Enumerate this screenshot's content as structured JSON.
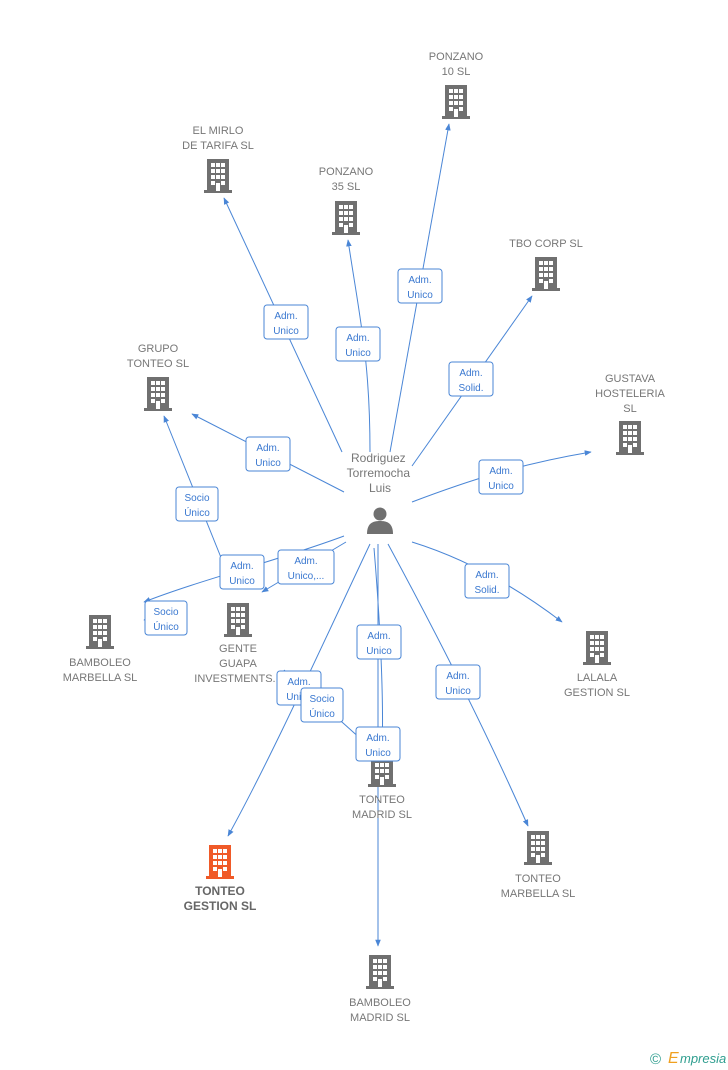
{
  "person": {
    "name_lines": [
      "Rodriguez",
      "Torremocha",
      "Luis"
    ]
  },
  "companies": [
    {
      "id": "ponzano10",
      "lines": [
        "PONZANO",
        "10  SL"
      ],
      "highlight": false
    },
    {
      "id": "mirlo",
      "lines": [
        "EL MIRLO",
        "DE TARIFA  SL"
      ],
      "highlight": false
    },
    {
      "id": "ponzano35",
      "lines": [
        "PONZANO",
        "35  SL"
      ],
      "highlight": false
    },
    {
      "id": "tbo",
      "lines": [
        "TBO CORP  SL"
      ],
      "highlight": false
    },
    {
      "id": "grupo",
      "lines": [
        "GRUPO",
        "TONTEO  SL"
      ],
      "highlight": false
    },
    {
      "id": "gustava",
      "lines": [
        "GUSTAVA",
        "HOSTELERIA",
        "SL"
      ],
      "highlight": false
    },
    {
      "id": "bamboleo_marbella",
      "lines": [
        "BAMBOLEO",
        "MARBELLA  SL"
      ],
      "highlight": false
    },
    {
      "id": "gente",
      "lines": [
        "GENTE",
        "GUAPA",
        "INVESTMENTS..."
      ],
      "highlight": false
    },
    {
      "id": "lalala",
      "lines": [
        "LALALA",
        "GESTION  SL"
      ],
      "highlight": false
    },
    {
      "id": "tonteo_madrid",
      "lines": [
        "TONTEO",
        "MADRID  SL"
      ],
      "highlight": false
    },
    {
      "id": "tonteo_gestion",
      "lines": [
        "TONTEO",
        "GESTION  SL"
      ],
      "highlight": true
    },
    {
      "id": "tonteo_marbella",
      "lines": [
        "TONTEO",
        "MARBELLA  SL"
      ],
      "highlight": false
    },
    {
      "id": "bamboleo_madrid",
      "lines": [
        "BAMBOLEO",
        "MADRID  SL"
      ],
      "highlight": false
    }
  ],
  "edge_labels": [
    {
      "id": "e_ponzano10",
      "lines": [
        "Adm.",
        "Unico"
      ]
    },
    {
      "id": "e_mirlo",
      "lines": [
        "Adm.",
        "Unico"
      ]
    },
    {
      "id": "e_ponzano35",
      "lines": [
        "Adm.",
        "Unico"
      ]
    },
    {
      "id": "e_tbo",
      "lines": [
        "Adm.",
        "Solid."
      ]
    },
    {
      "id": "e_grupo",
      "lines": [
        "Adm.",
        "Unico"
      ]
    },
    {
      "id": "e_gustava",
      "lines": [
        "Adm.",
        "Unico"
      ]
    },
    {
      "id": "e_grupo_socio",
      "lines": [
        "Socio",
        "Único"
      ]
    },
    {
      "id": "e_bm_adm",
      "lines": [
        "Adm.",
        "Unico"
      ]
    },
    {
      "id": "e_gente",
      "lines": [
        "Adm.",
        "Unico,..."
      ]
    },
    {
      "id": "e_lalala",
      "lines": [
        "Adm.",
        "Solid."
      ]
    },
    {
      "id": "e_bm_socio",
      "lines": [
        "Socio",
        "Único"
      ]
    },
    {
      "id": "e_tmadrid_1",
      "lines": [
        "Adm.",
        "Unico"
      ]
    },
    {
      "id": "e_tmarbella",
      "lines": [
        "Adm.",
        "Unico"
      ]
    },
    {
      "id": "e_tgestion",
      "lines": [
        "Adm.",
        "Unico"
      ]
    },
    {
      "id": "e_tgestion_socio",
      "lines": [
        "Socio",
        "Único"
      ]
    },
    {
      "id": "e_tmadrid_2",
      "lines": [
        "Adm.",
        "Unico"
      ]
    }
  ],
  "colors": {
    "edge": "#4a86d6",
    "building": "#707070",
    "highlight": "#f05a28",
    "person": "#707070"
  },
  "brand": {
    "copyright": "©",
    "name": "mpresia",
    "initial": "E"
  }
}
